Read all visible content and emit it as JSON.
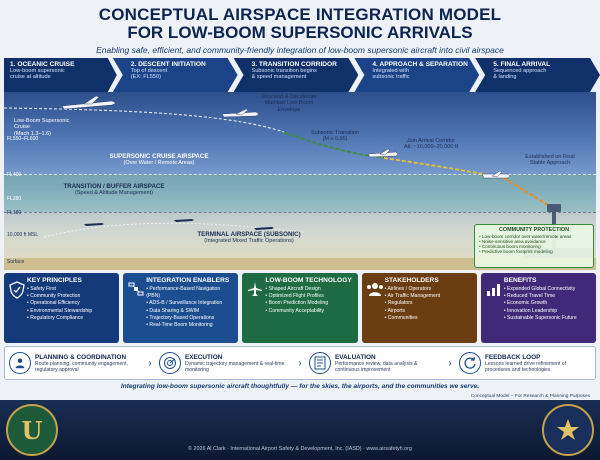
{
  "header": {
    "title_line1": "CONCEPTUAL AIRSPACE INTEGRATION MODEL",
    "title_line2": "FOR LOW-BOOM SUPERSONIC ARRIVALS",
    "subtitle": "Enabling safe, efficient, and community-friendly integration of low-boom supersonic aircraft into civil airspace"
  },
  "phases": [
    {
      "title": "1. OCEANIC CRUISE",
      "desc1": "Low-boom supersonic",
      "desc2": "cruise at altitude"
    },
    {
      "title": "2. DESCENT INITIATION",
      "desc1": "Top of descent",
      "desc2": "(EX: FL550)"
    },
    {
      "title": "3. TRANSITION CORRIDOR",
      "desc1": "Subsonic transition begins",
      "desc2": "& speed management"
    },
    {
      "title": "4. APPROACH & SEPARATION",
      "desc1": "Integrated with",
      "desc2": "subsonic traffic"
    },
    {
      "title": "5. FINAL ARRIVAL",
      "desc1": "Sequenced approach",
      "desc2": "& landing"
    }
  ],
  "scene": {
    "altitudes": [
      "FL550–FL600",
      "FL400",
      "FL280",
      "FL180",
      "10,000 ft MSL",
      "Surface"
    ],
    "low_boom_cruise": {
      "line1": "Low-Boom Supersonic",
      "line2": "Cruise",
      "line3": "(Mach 1.3–1.6)"
    },
    "descend": {
      "line1": "Descend & Decelerate",
      "line2": "Maintain Low-Boom",
      "line3": "Envelope"
    },
    "subsonic_transition": {
      "line1": "Subsonic Transition",
      "line2": "(M ≤ 0.95)"
    },
    "join_arrival": {
      "line1": "Join Arrival Corridor",
      "line2": "Alt: ~10,000–20,000 ft"
    },
    "established": {
      "line1": "Established on Final",
      "line2": "Stable Approach"
    },
    "supersonic_airspace": {
      "line1": "SUPERSONIC CRUISE AIRSPACE",
      "line2": "(Over Water / Remote Areas)"
    },
    "transition_airspace": {
      "line1": "TRANSITION / BUFFER AIRSPACE",
      "line2": "(Speed & Altitude Management)"
    },
    "terminal_airspace": {
      "line1": "TERMINAL AIRSPACE (SUBSONIC)",
      "line2": "(Integrated Mixed Traffic Operations)"
    },
    "community": {
      "title": "COMMUNITY PROTECTION",
      "items": [
        "Low-boom corridor over water/remote areas",
        "Noise-sensitive area avoidance",
        "Continuous boom monitoring",
        "Predictive boom footprint modeling"
      ]
    }
  },
  "cards": [
    {
      "title": "KEY PRINCIPLES",
      "icon": "shield-check-icon",
      "items": [
        "Safety First",
        "Community Protection",
        "Operational Efficiency",
        "Environmental Stewardship",
        "Regulatory Compliance"
      ]
    },
    {
      "title": "INTEGRATION ENABLERS",
      "icon": "satellite-icon",
      "items": [
        "Performance-Based Navigation (PBN)",
        "ADS-B / Surveillance Integration",
        "Data Sharing & SWIM",
        "Trajectory-Based Operations",
        "Real-Time Boom Monitoring"
      ]
    },
    {
      "title": "LOW-BOOM TECHNOLOGY",
      "icon": "aircraft-icon",
      "items": [
        "Shaped Aircraft Design",
        "Optimized Flight Profiles",
        "Boom Prediction Modeling",
        "Community Acceptability"
      ]
    },
    {
      "title": "STAKEHOLDERS",
      "icon": "people-icon",
      "items": [
        "Airlines / Operators",
        "Air Traffic Management",
        "Regulators",
        "Airports",
        "Communities"
      ]
    },
    {
      "title": "BENEFITS",
      "icon": "bar-chart-icon",
      "items": [
        "Expanded Global Connectivity",
        "Reduced Travel Time",
        "Economic Growth",
        "Innovation Leadership",
        "Sustainable Supersonic Future"
      ]
    }
  ],
  "flow": [
    {
      "title": "PLANNING & COORDINATION",
      "desc": "Route planning, community engagement, regulatory approval",
      "icon": "people-icon"
    },
    {
      "title": "EXECUTION",
      "desc": "Dynamic trajectory management & real-time monitoring",
      "icon": "radar-icon"
    },
    {
      "title": "EVALUATION",
      "desc": "Performance review, data analysis & continuous improvement",
      "icon": "checklist-icon"
    },
    {
      "title": "FEEDBACK LOOP",
      "desc": "Lessons learned drive refinement of procedures and technologies",
      "icon": "refresh-icon"
    }
  ],
  "tagline": "Integrating low-boom supersonic aircraft thoughtfully — for the skies, the airports, and the communities we serve.",
  "note": "Conceptual Model – For Research & Planning Purposes",
  "footer": {
    "copyright": "© 2026  Al Clark · International Airport Safety & Development, Inc. (IASD) · www.airsafetyh.org",
    "seal_left_letter": "U"
  },
  "colors": {
    "navy": "#0d2350",
    "transition_green": "#3f8f3a",
    "descent_orange": "#f08a1c",
    "cruise_yellow": "#e6c23a"
  }
}
